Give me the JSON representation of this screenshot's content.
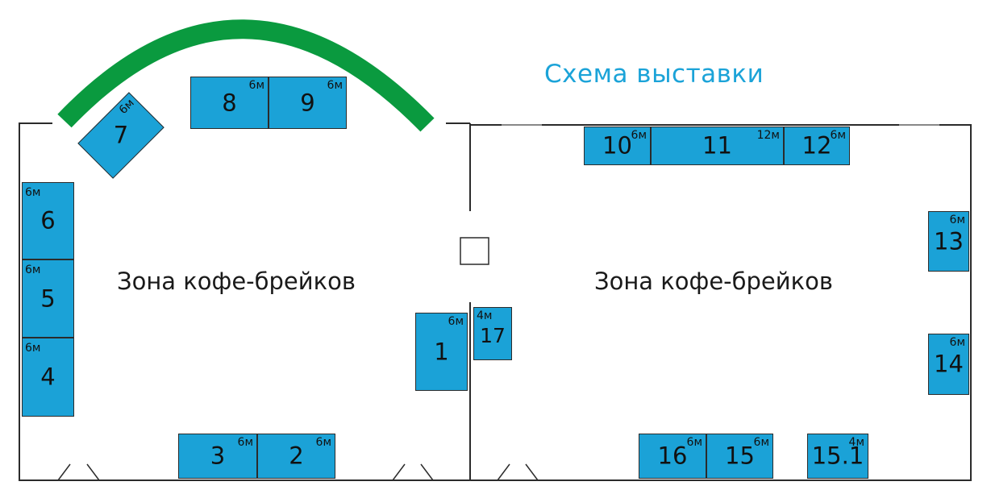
{
  "title": "Схема выставки",
  "zones": {
    "left": "Зона кофе-брейков",
    "right": "Зона кофе-брейков"
  },
  "colors": {
    "booth": "#1ba2d7",
    "arc": "#0a9a3f",
    "title": "#1ba3d8",
    "wall": "#2b2b2b"
  },
  "booths": {
    "b1": {
      "number": "1",
      "area": "6м"
    },
    "b2": {
      "number": "2",
      "area": "6м"
    },
    "b3": {
      "number": "3",
      "area": "6м"
    },
    "b4": {
      "number": "4",
      "area": "6м"
    },
    "b5": {
      "number": "5",
      "area": "6м"
    },
    "b6": {
      "number": "6",
      "area": "6м"
    },
    "b7": {
      "number": "7",
      "area": "6м"
    },
    "b8": {
      "number": "8",
      "area": "6м"
    },
    "b9": {
      "number": "9",
      "area": "6м"
    },
    "b10": {
      "number": "10",
      "area": "6м"
    },
    "b11": {
      "number": "11",
      "area": "12м"
    },
    "b12": {
      "number": "12",
      "area": "6м"
    },
    "b13": {
      "number": "13",
      "area": "6м"
    },
    "b14": {
      "number": "14",
      "area": "6м"
    },
    "b15": {
      "number": "15",
      "area": "6м"
    },
    "b151": {
      "number": "15.1",
      "area": "4м"
    },
    "b16": {
      "number": "16",
      "area": "6м"
    },
    "b17": {
      "number": "17",
      "area": "4м"
    }
  }
}
